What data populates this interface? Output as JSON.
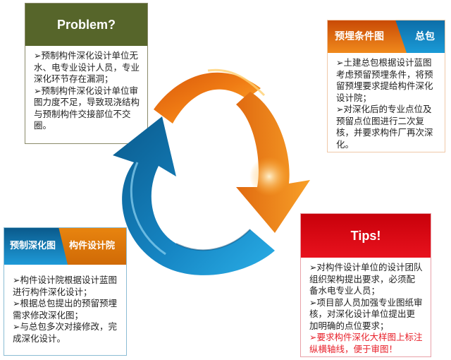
{
  "problem_box": {
    "title": "Problem?",
    "header_color": "#56652a",
    "items": [
      "➢预制构件深化设计单位无水、电专业设计人员，专业深化环节存在漏洞；",
      "➢预制构件深化设计单位审图力度不足，导致现浇结构与预制构件交接部位不交圈。"
    ]
  },
  "embed_box": {
    "title_left": "预埋条件图",
    "title_right": "总包",
    "left_color": "#e06a10",
    "right_color": "#1a8ccc",
    "items": [
      "➢土建总包根据设计蓝图考虑预留预埋条件，将预留预埋要求提给构件深化设计院；",
      "➢对深化后的专业点位及预留点位图进行二次复核，并要求构件厂再次深化。"
    ]
  },
  "prefab_box": {
    "title_left": "预制深化图",
    "title_right": "构件设计院",
    "left_color": "#1278b4",
    "right_color": "#e07c0c",
    "items": [
      "➢构件设计院根据设计蓝图进行构件深化设计；",
      "➢根据总包提出的预留预埋需求修改深化图；",
      "➢与总包多次对接修改，完成深化设计。"
    ]
  },
  "tips_box": {
    "title": "Tips!",
    "header_color": "#d8000e",
    "items": [
      "➢对构件设计单位的设计团队组织架构提出要求，必须配备水电专业人员；",
      "➢项目部人员加强专业图纸审核，对深化设计单位提出更加明确的点位要求；"
    ],
    "highlight_item": "➢要求构件深化大样图上标注纵横轴线，便于审图！",
    "highlight_color": "#e8202a"
  },
  "cycle": {
    "arrows": [
      {
        "name": "orange-arrow",
        "color": "#f08a1c"
      },
      {
        "name": "blue-arrow",
        "color": "#1a8ccc"
      }
    ]
  }
}
